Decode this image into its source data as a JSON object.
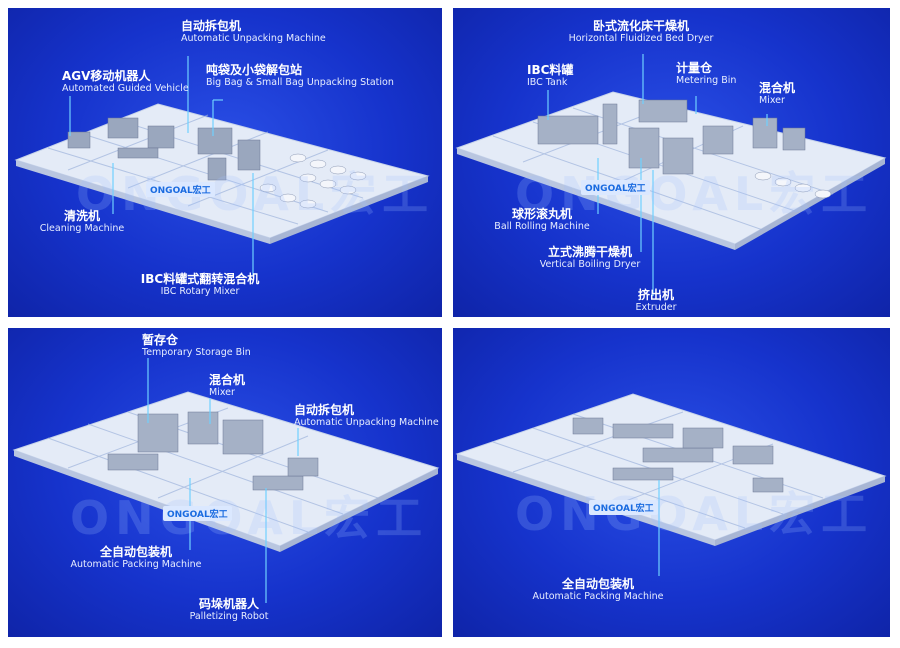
{
  "panels": [
    {
      "labels": [
        {
          "zh": "自动拆包机",
          "en": "Automatic Unpacking Machine"
        },
        {
          "zh": "AGV移动机器人",
          "en": "Automated Guided Vehicle"
        },
        {
          "zh": "吨袋及小袋解包站",
          "en": "Big Bag & Small Bag Unpacking Station"
        },
        {
          "zh": "清洗机",
          "en": "Cleaning Machine"
        },
        {
          "zh": "IBC料罐式翻转混合机",
          "en": "IBC Rotary Mixer"
        }
      ]
    },
    {
      "labels": [
        {
          "zh": "卧式流化床干燥机",
          "en": "Horizontal Fluidized Bed Dryer"
        },
        {
          "zh": "IBC料罐",
          "en": "IBC Tank"
        },
        {
          "zh": "计量仓",
          "en": "Metering Bin"
        },
        {
          "zh": "混合机",
          "en": "Mixer"
        },
        {
          "zh": "球形滚丸机",
          "en": "Ball Rolling Machine"
        },
        {
          "zh": "立式沸腾干燥机",
          "en": "Vertical Boiling Dryer"
        },
        {
          "zh": "挤出机",
          "en": "Extruder"
        }
      ]
    },
    {
      "labels": [
        {
          "zh": "暂存仓",
          "en": "Temporary Storage Bin"
        },
        {
          "zh": "混合机",
          "en": "Mixer"
        },
        {
          "zh": "自动拆包机",
          "en": "Automatic Unpacking Machine"
        },
        {
          "zh": "全自动包装机",
          "en": "Automatic Packing Machine"
        },
        {
          "zh": "码垛机器人",
          "en": "Palletizing Robot"
        }
      ]
    },
    {
      "labels": [
        {
          "zh": "全自动包装机",
          "en": "Automatic Packing Machine"
        }
      ]
    }
  ],
  "watermark": "ONGOAL宏工",
  "badge": "ONGOAL宏工",
  "colors": {
    "panel": "#1633cc",
    "floor": "#dde6f5",
    "line": "#7fd3ff"
  }
}
